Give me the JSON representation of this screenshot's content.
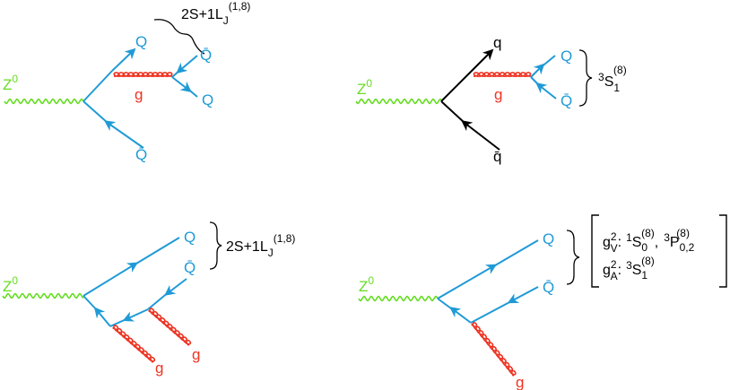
{
  "colors": {
    "boson": "#66dd22",
    "heavy_quark": "#1f9ad6",
    "gluon": "#ee3322",
    "light_quark": "#000000",
    "text": "#000000"
  },
  "diagrams": [
    {
      "boson_label": "Z0",
      "quark_label": "Q",
      "antiquark_label": "Q̄",
      "gluon_label": "g",
      "pair_quark_label": "Q",
      "pair_antiquark_label": "Q̄",
      "state_label": "2S+1LJ(1,8)"
    },
    {
      "boson_label": "Z0",
      "quark_label": "q",
      "antiquark_label": "q̄",
      "gluon_label": "g",
      "pair_quark_label": "Q",
      "pair_antiquark_label": "Q̄",
      "state_label": "3S1(8)"
    },
    {
      "boson_label": "Z0",
      "quark_label": "Q",
      "antiquark_label": "Q̄",
      "gluon_label": "g",
      "gluon2_label": "g",
      "state_label": "2S+1LJ(1,8)"
    },
    {
      "boson_label": "Z0",
      "quark_label": "Q",
      "antiquark_label": "Q̄",
      "gluon_label": "g",
      "coupling_V_label": "gV2 : 1S0(8), 3P0,2(8)",
      "coupling_A_label": "gA2 : 3S1(8)"
    }
  ]
}
